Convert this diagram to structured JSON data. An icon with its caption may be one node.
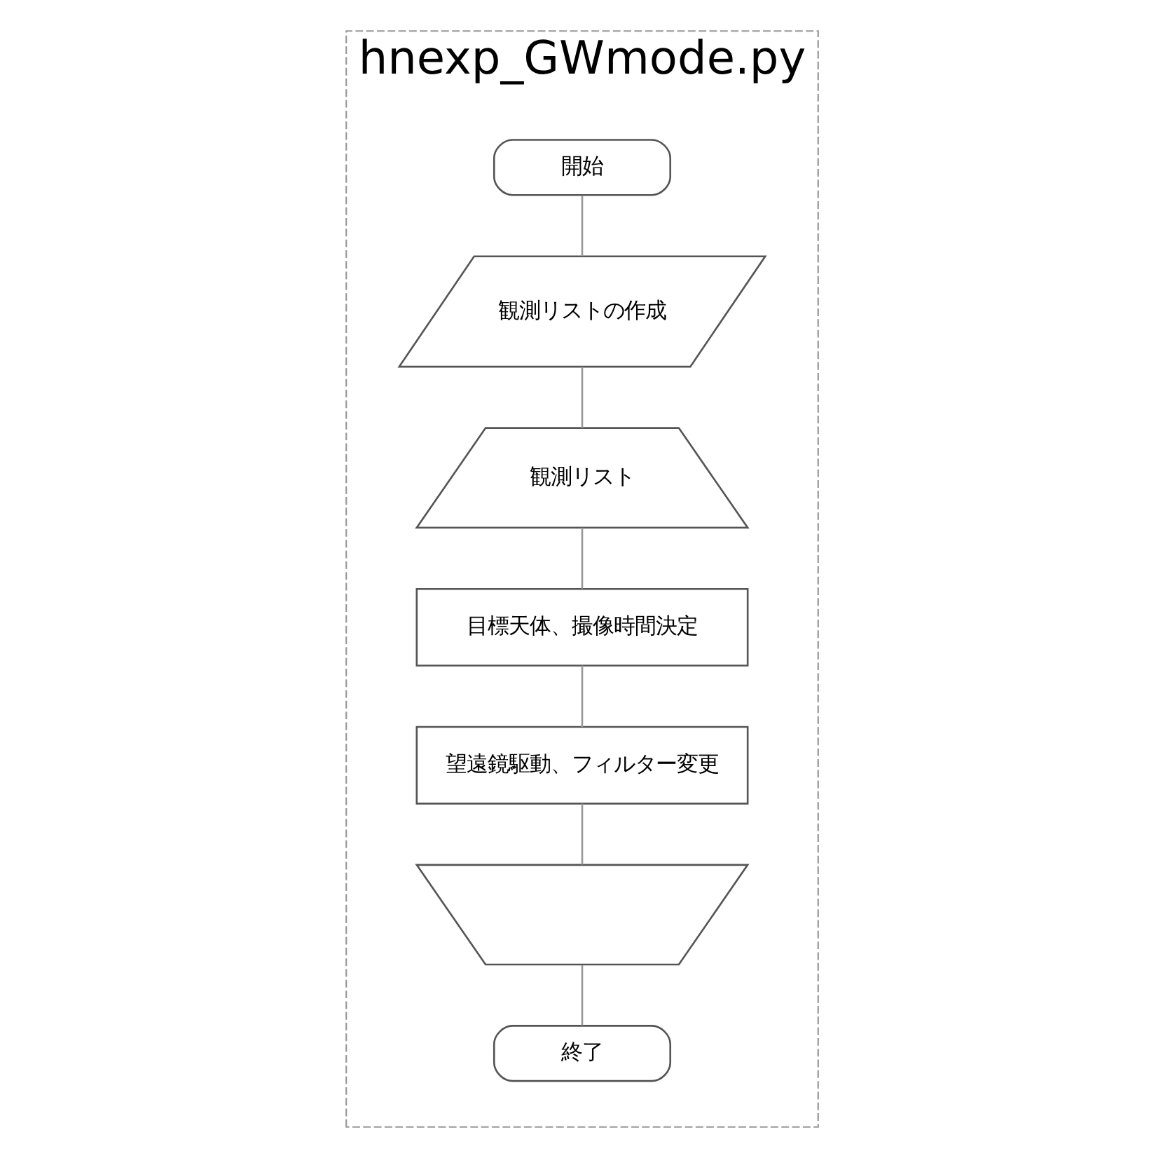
{
  "diagram": {
    "nodes": [
      {
        "text": [
          "hnexp_GWmode.py"
        ]
      },
      {
        "text": [
          "開始"
        ],
        "in": 0
      },
      {
        "text": [
          "観測リストの作成"
        ],
        "in": 0
      },
      {
        "text": [
          "観測リスト"
        ],
        "in": 0
      },
      {
        "text": [
          "目標天体、撮像時間決定"
        ],
        "in": 0
      },
      {
        "text": [
          "望遠鏡駆動、フィルター変更"
        ],
        "in": 0
      },
      {
        "text": [],
        "shape": "box",
        "in": 0
      },
      {
        "text": [
          "終了"
        ],
        "in": 0
      }
    ],
    "edges": [
      {
        "from": 1,
        "to": 2,
        "arrow": "none"
      },
      {
        "from": 2,
        "to": 3,
        "arrow": "none"
      },
      {
        "from": 3,
        "to": 4,
        "arrow": "none"
      },
      {
        "from": 4,
        "to": 5,
        "arrow": "none"
      },
      {
        "from": 5,
        "to": 6,
        "arrow": "none"
      },
      {
        "from": 6,
        "to": 7,
        "arrow": "none"
      }
    ]
  }
}
